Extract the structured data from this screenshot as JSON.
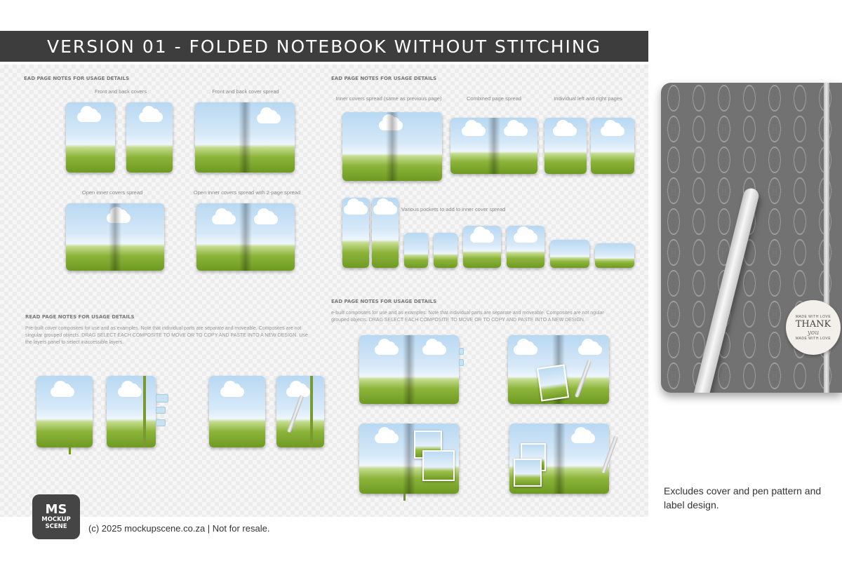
{
  "banner": {
    "title": "VERSION 01 - FOLDED NOTEBOOK WITHOUT STITCHING"
  },
  "sections": {
    "top_left": {
      "heading": "EAD PAGE NOTES FOR USAGE DETAILS",
      "captions": [
        "Front and back covers",
        "Front and back cover spread",
        "Open inner covers spread",
        "Open inner covers spread with 2-page spread"
      ]
    },
    "top_right": {
      "heading": "EAD PAGE NOTES FOR USAGE DETAILS",
      "captions": [
        "Inner covers spread (same as previous page)",
        "Combined page spread",
        "Individual left and right pages",
        "Various pockets to add to inner cover spread"
      ]
    },
    "bottom_left": {
      "heading": "READ PAGE NOTES FOR USAGE DETAILS",
      "note": "Pre-built cover composites for use and as examples. Note that individual parts are separate and moveable. Composites are not singular grouped objects. DRAG SELECT EACH COMPOSITE TO MOVE OR TO COPY AND PASTE INTO A NEW DESIGN. Use the layers panel to select inaccessible layers."
    },
    "bottom_right": {
      "heading": "EAD PAGE NOTES FOR USAGE DETAILS",
      "note": "e-built composites for use and as examples. Note that individual parts are separate and moveable. Composites are not ngular grouped objects. DRAG SELECT EACH COMPOSITE TO MOVE OR TO COPY AND PASTE INTO A NEW DESIGN."
    }
  },
  "product": {
    "sticker_top": "MADE WITH LOVE",
    "sticker_main": "THANK",
    "sticker_sub": "you",
    "sticker_bottom": "MADE WITH LOVE"
  },
  "excludes": "Excludes cover and pen pattern and label design.",
  "logo": {
    "mark": "MS",
    "line1": "MOCKUP",
    "line2": "SCENE"
  },
  "footer": "(c) 2025 mockupscene.co.za | Not for resale."
}
